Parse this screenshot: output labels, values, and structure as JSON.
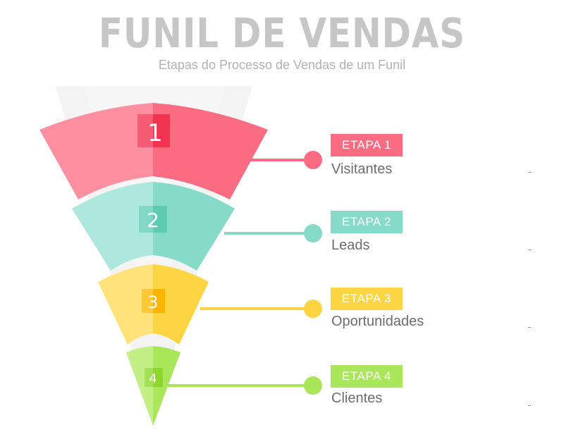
{
  "header": {
    "title": "FUNIL DE VENDAS",
    "subtitle": "Etapas do Processo de Vendas de um Funil"
  },
  "stages": [
    {
      "number": "1",
      "label": "ETAPA 1",
      "name": "Visitantes",
      "color": "#fb6b81",
      "color_light": "#fd8fa0",
      "badge_color": "#f0334f"
    },
    {
      "number": "2",
      "label": "ETAPA 2",
      "name": "Leads",
      "color": "#86dac8",
      "color_light": "#aee7dd",
      "badge_color": "#5ecab2"
    },
    {
      "number": "3",
      "label": "ETAPA 3",
      "name": "Oportunidades",
      "color": "#fdd441",
      "color_light": "#ffe27a",
      "badge_color": "#ffb400"
    },
    {
      "number": "4",
      "label": "ETAPA 4",
      "name": "Clientes",
      "color": "#a9e659",
      "color_light": "#c2ef86",
      "badge_color": "#8bd62f"
    }
  ]
}
